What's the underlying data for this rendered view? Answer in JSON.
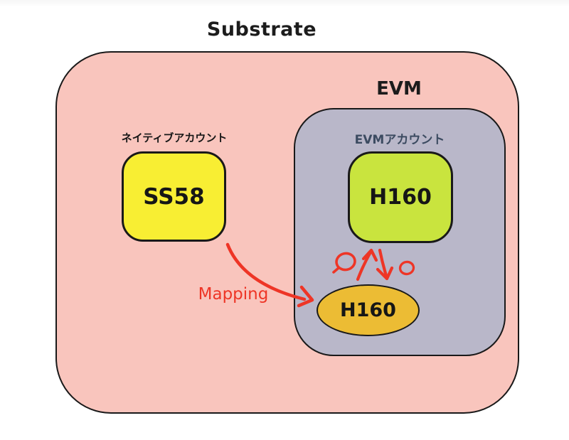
{
  "diagram": {
    "title": "Substrate",
    "substrate_container": {
      "native_account_label": "ネイティブアカウント",
      "ss58_box_label": "SS58"
    },
    "evm_container": {
      "label": "EVM",
      "account_label": "EVMアカウント",
      "h160_box_label": "H160",
      "h160_ellipse_label": "H160"
    },
    "annotations": {
      "mapping_label": "Mapping",
      "marks": [
        "mapping-curved-arrow",
        "scribble-circle-left",
        "up-arrow",
        "down-arrow",
        "scribble-circle-right"
      ]
    },
    "colors": {
      "substrate_fill": "#f9c5bd",
      "evm_fill": "#b9b7c9",
      "ss58_fill": "#f8ee33",
      "h160_box_fill": "#c9e43e",
      "h160_ellipse_fill": "#ecbc34",
      "annotation_red": "#ee3526",
      "evm_account_label_color": "#3c4b61",
      "border_color": "#191919"
    }
  }
}
